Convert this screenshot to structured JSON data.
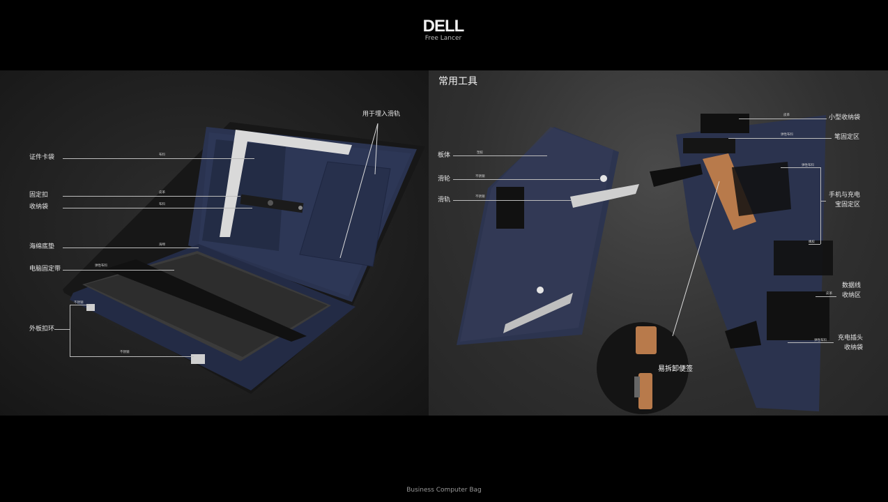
{
  "header": {
    "brand": "DELL",
    "subtitle": "Free Lancer"
  },
  "footer": {
    "caption": "Business Computer Bag"
  },
  "left_panel": {
    "labels": {
      "card_pocket": "证件卡袋",
      "buckle": "固定扣",
      "storage_bag": "收纳袋",
      "sponge_pad": "海绵底垫",
      "laptop_strap": "电脑固定带",
      "outer_clasp": "外板扣环",
      "slide_rail_slot": "用于埋入滑轨"
    },
    "materials": {
      "card_pocket": "布料",
      "buckle": "皮革",
      "storage_bag": "布料",
      "sponge_pad": "海绵",
      "laptop_strap": "弹性布料",
      "outer_clasp_top": "不锈钢",
      "outer_clasp_bottom": "不锈钢"
    }
  },
  "right_panel": {
    "title": "常用工具",
    "labels": {
      "board": "板体",
      "pulley": "滑轮",
      "rail": "滑轨",
      "small_pouch": "小型收纳袋",
      "pen_holder": "笔固定区",
      "phone_holder": "手机与充电宝固定区",
      "cable_storage": "数据线收纳区",
      "charger_pouch": "充电插头收纳袋",
      "sticky_note": "易拆卸便签"
    },
    "materials": {
      "board": "塑胶",
      "pulley": "不锈钢",
      "rail": "不锈钢",
      "small_pouch": "皮革",
      "pen_holder": "弹性布料",
      "phone_holder": "弹性布料",
      "phone_holder_base": "橡胶",
      "cable_storage": "皮革",
      "charger_pouch": "弹性布料"
    }
  },
  "colors": {
    "navy": "#2a3350",
    "leather": "#b87a4b",
    "panel_dark": "#1e1e1e",
    "panel_light": "#3a3a3a"
  }
}
